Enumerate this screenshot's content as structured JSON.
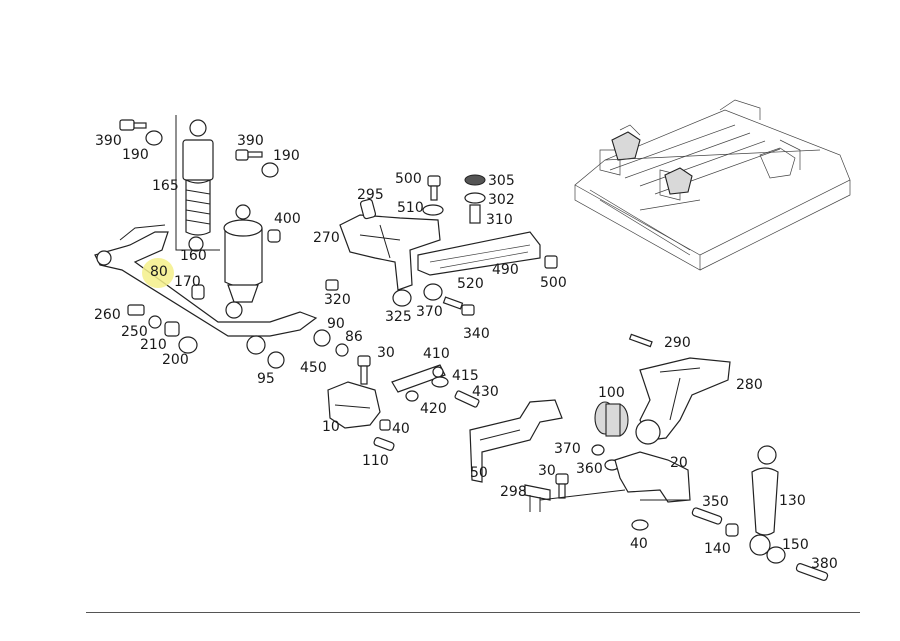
{
  "diagram": {
    "highlighted_label": "80",
    "callouts": [
      {
        "id": "390a",
        "text": "390"
      },
      {
        "id": "190a",
        "text": "190"
      },
      {
        "id": "390b",
        "text": "390"
      },
      {
        "id": "190b",
        "text": "190"
      },
      {
        "id": "165",
        "text": "165"
      },
      {
        "id": "400",
        "text": "400"
      },
      {
        "id": "160",
        "text": "160"
      },
      {
        "id": "80",
        "text": "80"
      },
      {
        "id": "170",
        "text": "170"
      },
      {
        "id": "260",
        "text": "260"
      },
      {
        "id": "250",
        "text": "250"
      },
      {
        "id": "210",
        "text": "210"
      },
      {
        "id": "200",
        "text": "200"
      },
      {
        "id": "90",
        "text": "90"
      },
      {
        "id": "86",
        "text": "86"
      },
      {
        "id": "95",
        "text": "95"
      },
      {
        "id": "450",
        "text": "450"
      },
      {
        "id": "30a",
        "text": "30"
      },
      {
        "id": "410",
        "text": "410"
      },
      {
        "id": "415",
        "text": "415"
      },
      {
        "id": "430",
        "text": "430"
      },
      {
        "id": "420",
        "text": "420"
      },
      {
        "id": "10",
        "text": "10"
      },
      {
        "id": "40a",
        "text": "40"
      },
      {
        "id": "110",
        "text": "110"
      },
      {
        "id": "500a",
        "text": "500"
      },
      {
        "id": "295",
        "text": "295"
      },
      {
        "id": "510",
        "text": "510"
      },
      {
        "id": "305",
        "text": "305"
      },
      {
        "id": "302",
        "text": "302"
      },
      {
        "id": "310",
        "text": "310"
      },
      {
        "id": "270",
        "text": "270"
      },
      {
        "id": "490",
        "text": "490"
      },
      {
        "id": "500b",
        "text": "500"
      },
      {
        "id": "320",
        "text": "320"
      },
      {
        "id": "520",
        "text": "520"
      },
      {
        "id": "325",
        "text": "325"
      },
      {
        "id": "370a",
        "text": "370"
      },
      {
        "id": "340",
        "text": "340"
      },
      {
        "id": "290",
        "text": "290"
      },
      {
        "id": "280",
        "text": "280"
      },
      {
        "id": "100",
        "text": "100"
      },
      {
        "id": "370b",
        "text": "370"
      },
      {
        "id": "360",
        "text": "360"
      },
      {
        "id": "20",
        "text": "20"
      },
      {
        "id": "30b",
        "text": "30"
      },
      {
        "id": "298",
        "text": "298"
      },
      {
        "id": "50",
        "text": "50"
      },
      {
        "id": "40b",
        "text": "40"
      },
      {
        "id": "350",
        "text": "350"
      },
      {
        "id": "130",
        "text": "130"
      },
      {
        "id": "140",
        "text": "140"
      },
      {
        "id": "150",
        "text": "150"
      },
      {
        "id": "380",
        "text": "380"
      }
    ]
  },
  "colors": {
    "highlight": "#f5f08a",
    "line": "#222222",
    "background": "#ffffff"
  }
}
